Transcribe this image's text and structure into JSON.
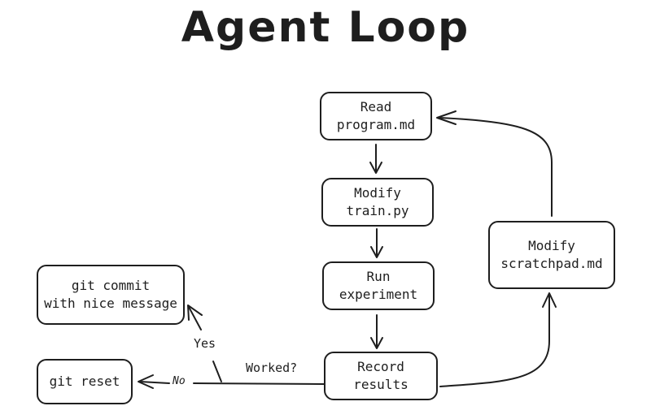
{
  "title": "Agent Loop",
  "nodes": {
    "read_program": {
      "line1": "Read",
      "line2": "program.md"
    },
    "modify_train": {
      "line1": "Modify",
      "line2": "train.py"
    },
    "run_experiment": {
      "line1": "Run",
      "line2": "experiment"
    },
    "record_results": {
      "line1": "Record",
      "line2": "results"
    },
    "modify_scratchpad": {
      "line1": "Modify",
      "line2": "scratchpad.md"
    },
    "git_commit": {
      "line1": "git commit",
      "line2": "with nice message"
    },
    "git_reset": {
      "line1": "git reset"
    }
  },
  "edge_labels": {
    "worked": "Worked?",
    "yes": "Yes",
    "no": "No"
  },
  "colors": {
    "stroke": "#1e1e1e",
    "background": "#ffffff"
  }
}
